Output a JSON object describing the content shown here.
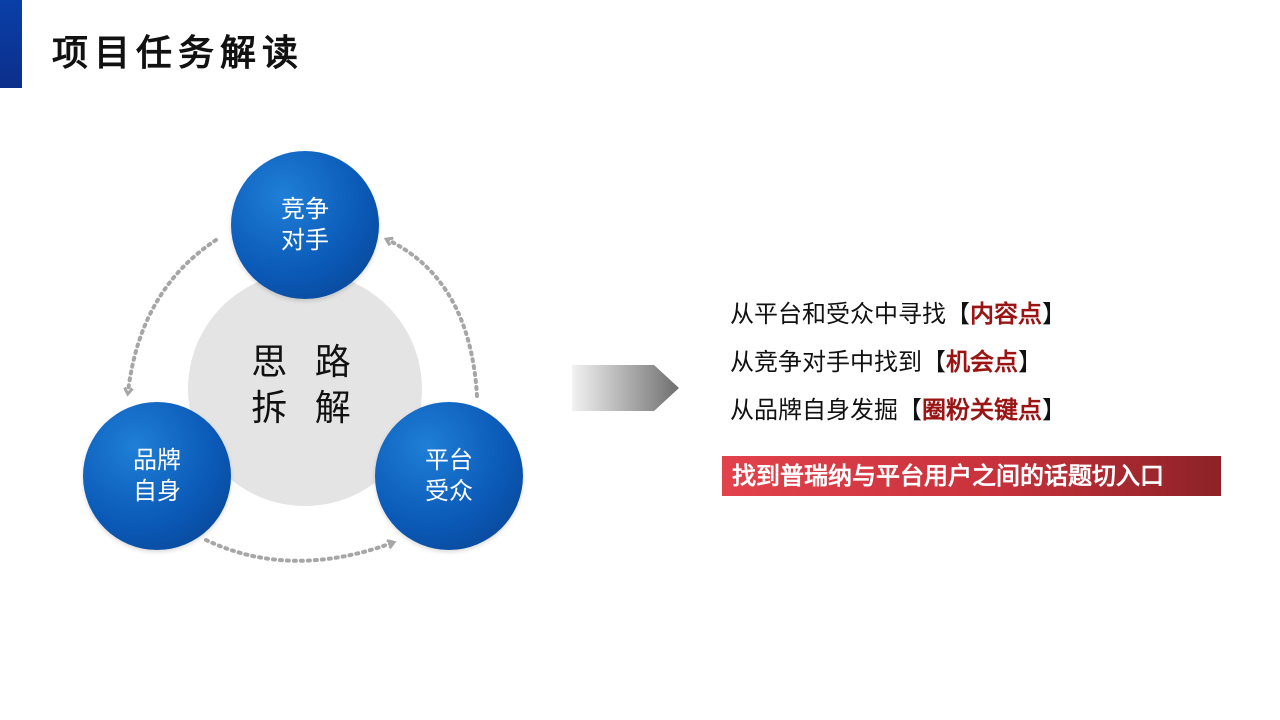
{
  "page": {
    "title": "项目任务解读"
  },
  "diagram": {
    "center": {
      "line1": "思 路",
      "line2": "拆 解"
    },
    "nodes": [
      {
        "id": "competition",
        "line1": "竞争",
        "line2": "对手"
      },
      {
        "id": "brand",
        "line1": "品牌",
        "line2": "自身"
      },
      {
        "id": "platform",
        "line1": "平台",
        "line2": "受众"
      }
    ],
    "colors": {
      "node_blue": "#0b5ab8",
      "center_gray": "#e4e4e4",
      "highlight_red": "#9a1414",
      "banner_red": "#d93a44"
    }
  },
  "insights": [
    {
      "prefix": "从平台和受众中寻找【",
      "highlight": "内容点",
      "suffix": "】"
    },
    {
      "prefix": "从竞争对手中找到【",
      "highlight": "机会点",
      "suffix": "】"
    },
    {
      "prefix": "从品牌自身发掘【",
      "highlight": "圈粉关键点",
      "suffix": "】"
    }
  ],
  "banner": {
    "text": "找到普瑞纳与平台用户之间的话题切入口"
  }
}
